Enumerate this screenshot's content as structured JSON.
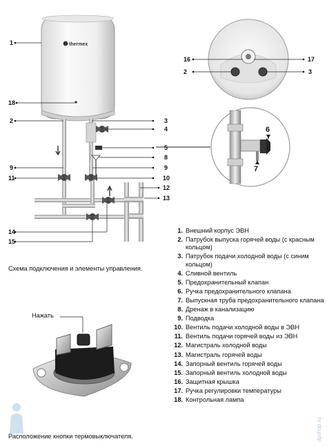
{
  "brand_label": "thermex",
  "callouts_main": {
    "n1": "1",
    "n18": "18",
    "n2": "2",
    "n3": "3",
    "n4": "4",
    "n5": "5",
    "n8": "8",
    "n9a": "9",
    "n9b": "9",
    "n11": "11",
    "n10": "10",
    "n12": "12",
    "n13": "13",
    "n14": "14",
    "n15": "15"
  },
  "callouts_top": {
    "n16": "16",
    "n17": "17",
    "n2": "2",
    "n3": "3"
  },
  "callouts_valve": {
    "n6": "6",
    "n7": "7"
  },
  "caption_scheme": "Схема подключения и элементы управления.",
  "press_label": "Нажать",
  "caption_thermo": "Расположение кнопки термовыключателя.",
  "watermark": "dpshop.ru",
  "legend": [
    {
      "n": "1.",
      "text": "Внешний корпус ЭВН"
    },
    {
      "n": "2.",
      "text": "Патрубок выпуска горячей воды (с красным кольцом)"
    },
    {
      "n": "3.",
      "text": "Патрубок подачи холодной воды (с синим кольцом)"
    },
    {
      "n": "4.",
      "text": "Сливной вентиль"
    },
    {
      "n": "5.",
      "text": "Предохранительный клапан"
    },
    {
      "n": "6.",
      "text": "Ручка предохранительного клапана"
    },
    {
      "n": "7.",
      "text": "Выпускная труба предохранительного клапана"
    },
    {
      "n": "8.",
      "text": "Дренаж в канализацию"
    },
    {
      "n": "9.",
      "text": "Подводка"
    },
    {
      "n": "10.",
      "text": "Вентиль подачи холодной воды в ЭВН"
    },
    {
      "n": "11.",
      "text": "Вентиль подачи горячей воды из ЭВН"
    },
    {
      "n": "12.",
      "text": "Магистраль холодной воды"
    },
    {
      "n": "13.",
      "text": "Магистраль горячей воды"
    },
    {
      "n": "14.",
      "text": "Запорный вентиль горячей воды"
    },
    {
      "n": "15.",
      "text": "Запорный вентиль холодной воды"
    },
    {
      "n": "16.",
      "text": "Защитная крышка"
    },
    {
      "n": "17.",
      "text": "Ручка регулировки температуры"
    },
    {
      "n": "18.",
      "text": "Контрольная лампа"
    }
  ]
}
